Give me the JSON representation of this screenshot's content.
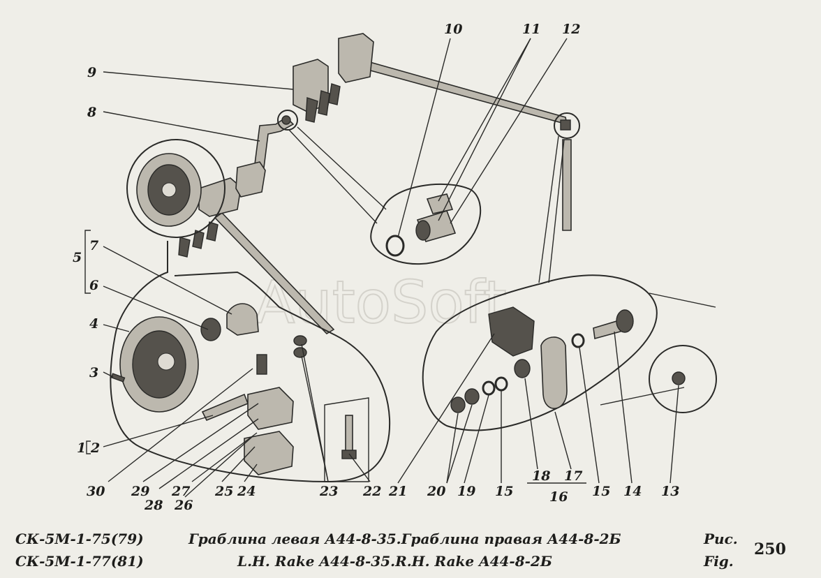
{
  "watermark": "AutoSoft",
  "callouts": [
    {
      "id": "c1",
      "text": "1"
    },
    {
      "id": "c2",
      "text": "2"
    },
    {
      "id": "c3",
      "text": "3"
    },
    {
      "id": "c4",
      "text": "4"
    },
    {
      "id": "c5",
      "text": "5"
    },
    {
      "id": "c6",
      "text": "6"
    },
    {
      "id": "c7",
      "text": "7"
    },
    {
      "id": "c8",
      "text": "8"
    },
    {
      "id": "c9",
      "text": "9"
    },
    {
      "id": "c10",
      "text": "10"
    },
    {
      "id": "c11",
      "text": "11"
    },
    {
      "id": "c12",
      "text": "12"
    },
    {
      "id": "c13",
      "text": "13"
    },
    {
      "id": "c14",
      "text": "14"
    },
    {
      "id": "c15a",
      "text": "15"
    },
    {
      "id": "c15b",
      "text": "15"
    },
    {
      "id": "c16",
      "text": "16"
    },
    {
      "id": "c17",
      "text": "17"
    },
    {
      "id": "c18",
      "text": "18"
    },
    {
      "id": "c19",
      "text": "19"
    },
    {
      "id": "c20",
      "text": "20"
    },
    {
      "id": "c21",
      "text": "21"
    },
    {
      "id": "c22",
      "text": "22"
    },
    {
      "id": "c23",
      "text": "23"
    },
    {
      "id": "c24",
      "text": "24"
    },
    {
      "id": "c25",
      "text": "25"
    },
    {
      "id": "c26",
      "text": "26"
    },
    {
      "id": "c27",
      "text": "27"
    },
    {
      "id": "c28",
      "text": "28"
    },
    {
      "id": "c29",
      "text": "29"
    },
    {
      "id": "c30",
      "text": "30"
    }
  ],
  "caption": {
    "model_line1": "СК-5М-1-75(79)",
    "model_line2": "СК-5М-1-77(81)",
    "title_ru": "Граблина левая  А44-8-35.Граблина правая А44-8-2Б",
    "title_en": "L.H. Rake A44-8-35.R.H. Rake A44-8-2Б",
    "fig_ru": "Рис.",
    "fig_en": "Fig.",
    "fig_number": "250"
  }
}
